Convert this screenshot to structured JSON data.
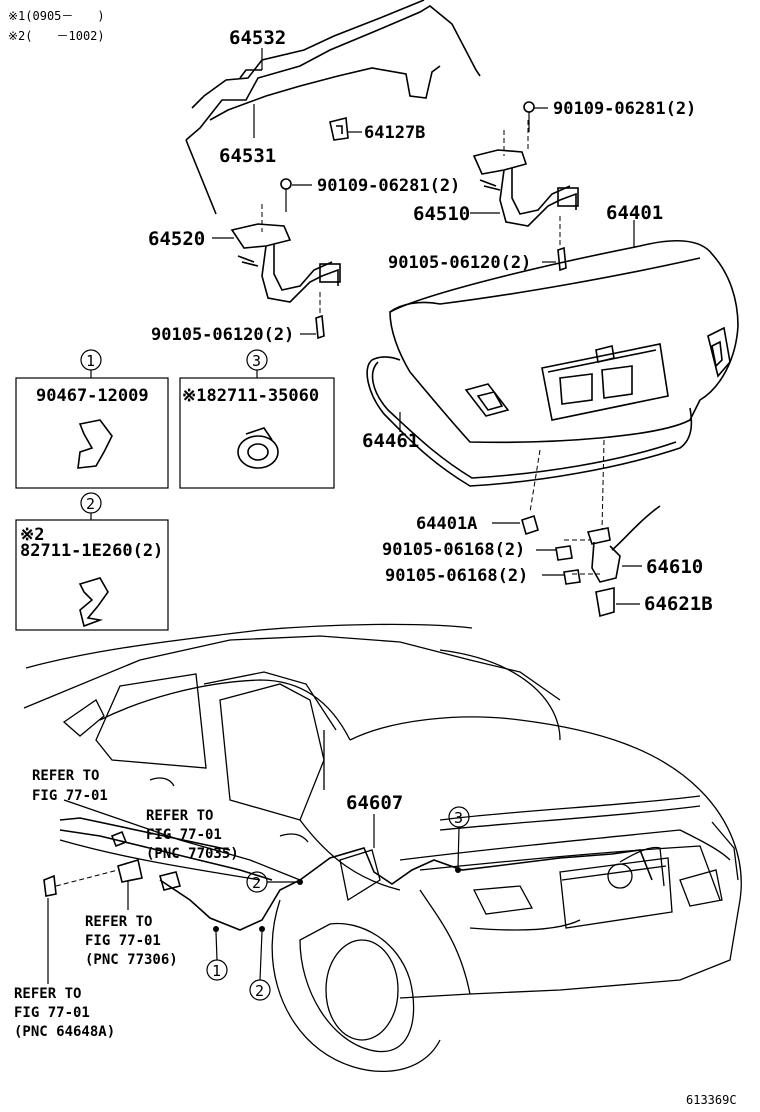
{
  "notes": {
    "note1": "※1(0905－　　)",
    "note2": "※2(　　－1002)"
  },
  "parts": {
    "p64532": "64532",
    "p64531": "64531",
    "p64127b": "64127B",
    "p90109_top": "90109-06281(2)",
    "p90109_mid": "90109-06281(2)",
    "p64510": "64510",
    "p64401": "64401",
    "p64520": "64520",
    "p90105_a": "90105-06120(2)",
    "p90105_b": "90105-06120(2)",
    "p64461": "64461",
    "p64401a": "64401A",
    "p90105_06168_a": "90105-06168(2)",
    "p90105_06168_b": "90105-06168(2)",
    "p64610": "64610",
    "p64621b": "64621B",
    "p64607": "64607"
  },
  "boxes": {
    "box1": {
      "marker": "1",
      "part": "90467-12009"
    },
    "box3": {
      "marker": "3",
      "part": "※182711-35060"
    },
    "box2": {
      "marker": "2",
      "note": "※2",
      "part": "82711-1E260(2)"
    }
  },
  "refs": {
    "ref1": [
      "REFER TO",
      "FIG 77-01"
    ],
    "ref2": [
      "REFER TO",
      "FIG 77-01",
      "(PNC 77035)"
    ],
    "ref3": [
      "REFER TO",
      "FIG 77-01",
      "(PNC 77306)"
    ],
    "ref4": [
      "REFER TO",
      "FIG 77-01",
      "(PNC 64648A)"
    ]
  },
  "markers": {
    "m2a": "2",
    "m3": "3",
    "m1": "1",
    "m2b": "2"
  },
  "footer": {
    "code": "613369C"
  }
}
